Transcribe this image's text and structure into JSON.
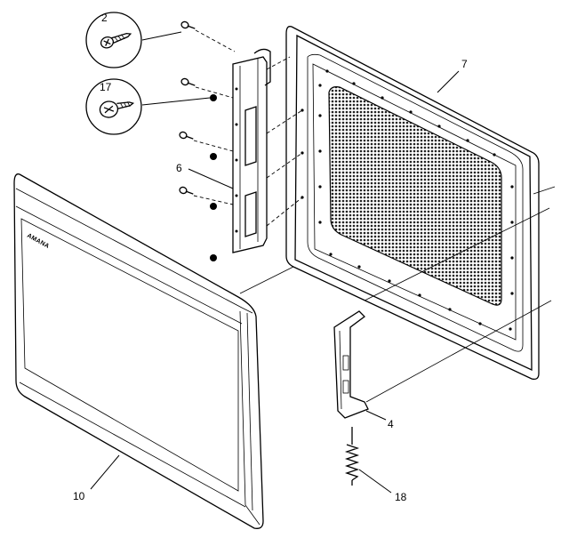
{
  "labels": {
    "screw_small": "2",
    "screw_large": "17",
    "hinge_bracket": "6",
    "door_frame": "7",
    "latch_hook": "4",
    "door_panel": "10",
    "spring": "18"
  },
  "brand_text": "AMANA"
}
